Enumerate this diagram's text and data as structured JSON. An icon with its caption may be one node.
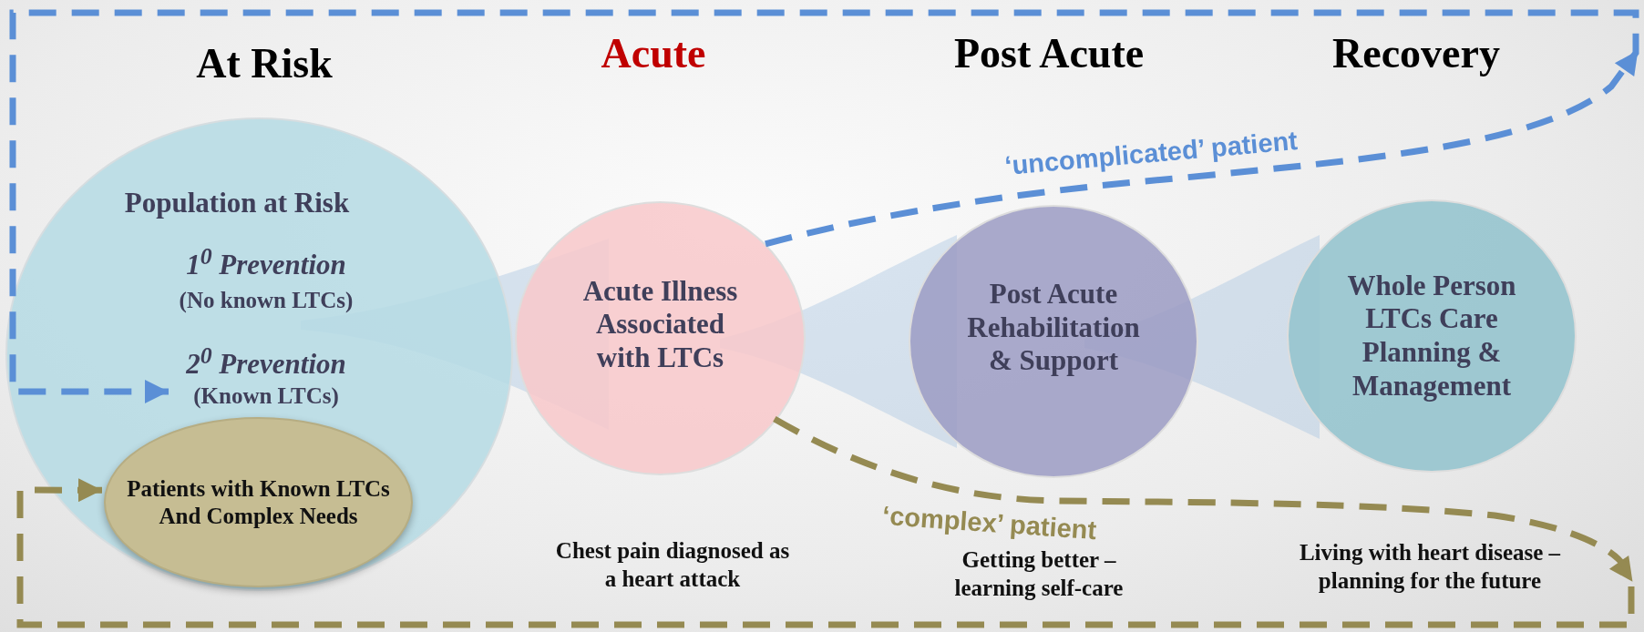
{
  "diagram": {
    "nodes": [
      {
        "text": [
          "Population at Risk",
          "1$^{0}$ Prevention",
          "(No known LTCs)"
        ]
      },
      {
        "text": [
          "2$^{0}$ Prevention",
          "(Known LTCs)"
        ],
        "in": 0
      },
      {
        "text": [
          "Patients with Known LTCs And Complex Needs"
        ],
        "in": 0
      },
      {
        "text": [
          "Acute Illness Associated with LTCs"
        ],
        "beside": [
          "Chest pain diagnosed as a heart attack"
        ]
      },
      {
        "text": [
          "Post Acute Rehabilitation & Support"
        ],
        "beside": [
          "Getting better – learning self-care"
        ]
      },
      {
        "text": [
          "Whole Person LTCs Care Planning & Management"
        ],
        "beside": [
          "Living with heart disease – planning for the future"
        ]
      }
    ],
    "edges": [
      {
        "from": 3,
        "to": 1,
        "arrow": "to",
        "label": "‘uncomplicated’ patient",
        "style": "dashed",
        "color": "#5b8fd6"
      },
      {
        "from": 3,
        "to": 2,
        "arrow": "to",
        "label": "‘complex’ patient",
        "style": "dashed",
        "color": "#958a52"
      }
    ],
    "labels": [
      "At Risk",
      "Acute",
      "Post Acute",
      "Recovery"
    ]
  }
}
